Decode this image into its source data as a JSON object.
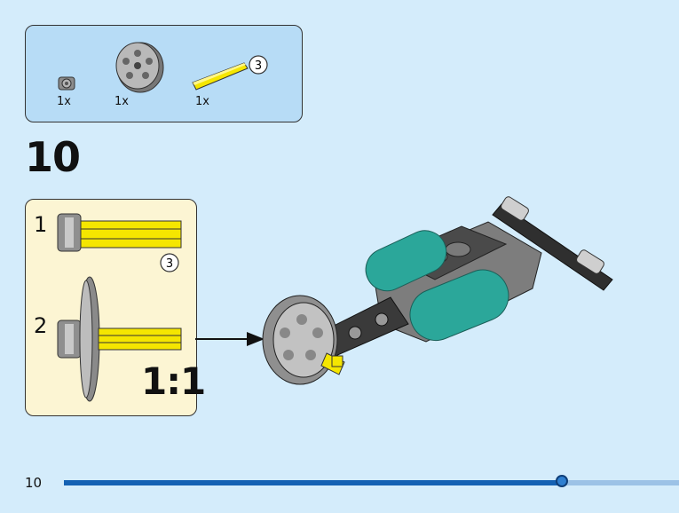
{
  "parts": {
    "items": [
      {
        "icon": "bush-icon",
        "qty": "1x"
      },
      {
        "icon": "wheel-icon",
        "qty": "1x"
      },
      {
        "icon": "axle-icon",
        "qty": "1x",
        "length": "3"
      }
    ]
  },
  "step": {
    "number": "10"
  },
  "substeps": [
    {
      "number": "1",
      "axle_length": "3"
    },
    {
      "number": "2"
    }
  ],
  "ratio": "1:1",
  "page": {
    "number": "10",
    "progress": 0.81
  },
  "colors": {
    "background": "#d4ecfb",
    "panel": "#b7dcf6",
    "subpanel": "#fcf5d3",
    "accent": "#1461b3",
    "axle": "#f5e600",
    "teal": "#2ba79a"
  }
}
